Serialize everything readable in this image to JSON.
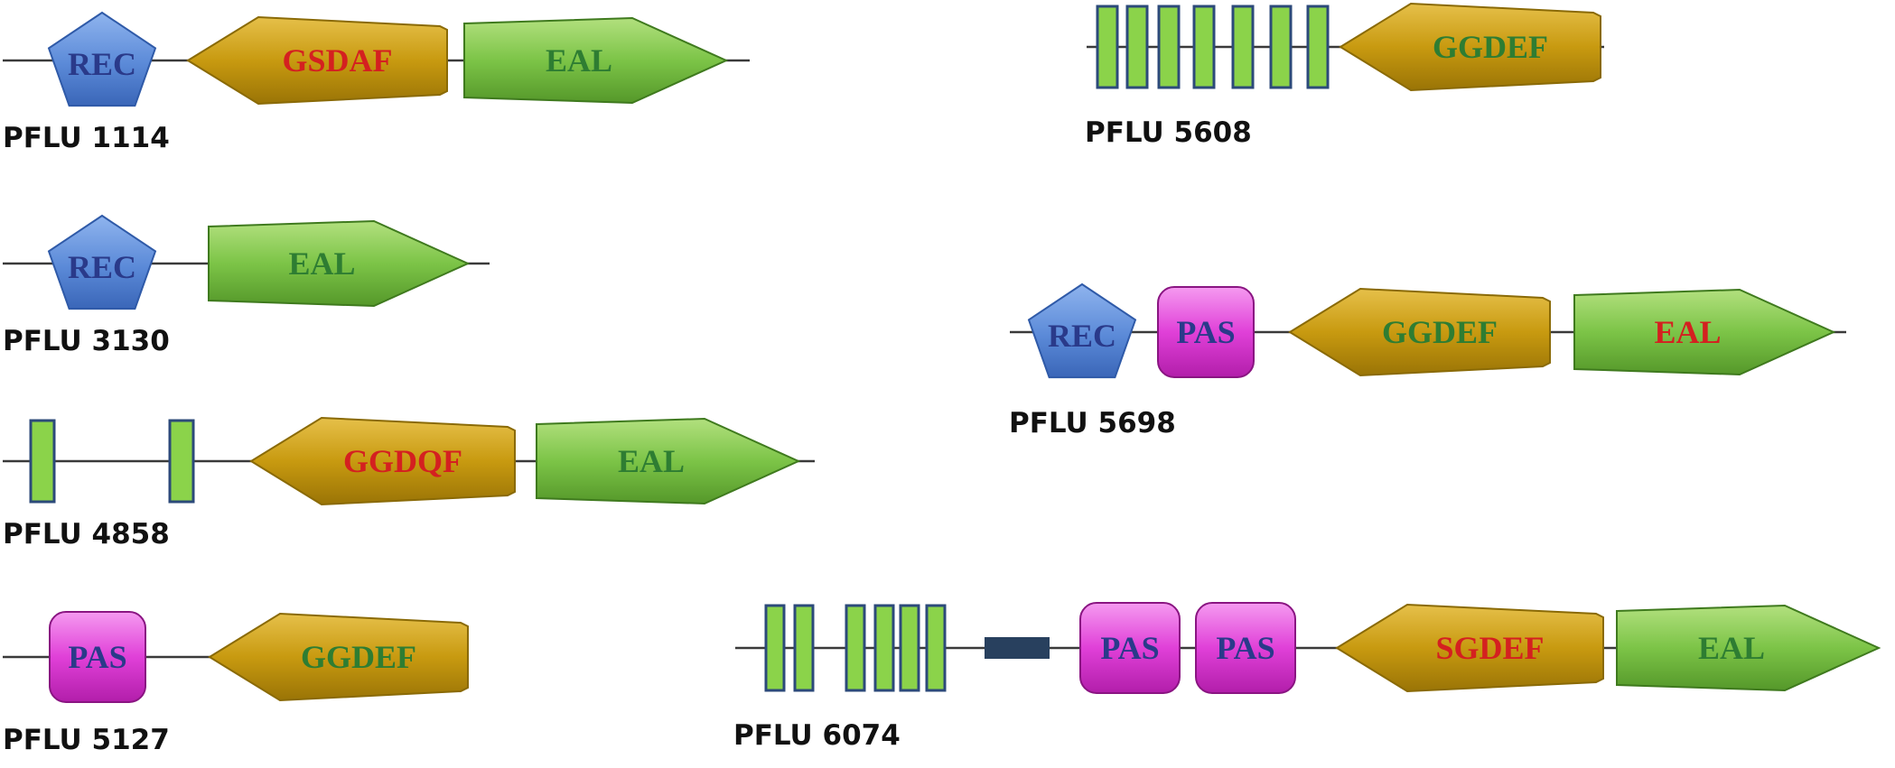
{
  "colors": {
    "rec": "#5b8ad8",
    "pas": "#e040d8",
    "ggdef": "#c89a10",
    "eal": "#7cc447",
    "tm": "#8bd34a",
    "low_complexity": "#28405e",
    "label_red": "#d42020",
    "label_green": "#2e7d32",
    "label_blue": "#2a3a8a"
  },
  "proteins": [
    {
      "name": "PFLU 1114",
      "domains": [
        {
          "type": "rec",
          "label": "REC",
          "label_color": "label_blue"
        },
        {
          "type": "ggdef",
          "label": "GSDAF",
          "label_color": "label_red"
        },
        {
          "type": "eal",
          "label": "EAL",
          "label_color": "label_green"
        }
      ]
    },
    {
      "name": "PFLU 3130",
      "domains": [
        {
          "type": "rec",
          "label": "REC",
          "label_color": "label_blue"
        },
        {
          "type": "eal",
          "label": "EAL",
          "label_color": "label_green"
        }
      ]
    },
    {
      "name": "PFLU 4858",
      "domains": [
        {
          "type": "tm",
          "count": 2
        },
        {
          "type": "ggdef",
          "label": "GGDQF",
          "label_color": "label_red"
        },
        {
          "type": "eal",
          "label": "EAL",
          "label_color": "label_green"
        }
      ]
    },
    {
      "name": "PFLU 5127",
      "domains": [
        {
          "type": "pas",
          "label": "PAS",
          "label_color": "label_blue"
        },
        {
          "type": "ggdef",
          "label": "GGDEF",
          "label_color": "label_green"
        }
      ]
    },
    {
      "name": "PFLU 5608",
      "domains": [
        {
          "type": "tm",
          "count": 7
        },
        {
          "type": "ggdef",
          "label": "GGDEF",
          "label_color": "label_green"
        }
      ]
    },
    {
      "name": "PFLU 5698",
      "domains": [
        {
          "type": "rec",
          "label": "REC",
          "label_color": "label_blue"
        },
        {
          "type": "pas",
          "label": "PAS",
          "label_color": "label_blue"
        },
        {
          "type": "ggdef",
          "label": "GGDEF",
          "label_color": "label_green"
        },
        {
          "type": "eal",
          "label": "EAL",
          "label_color": "label_red"
        }
      ]
    },
    {
      "name": "PFLU 6074",
      "domains": [
        {
          "type": "tm",
          "count": 6
        },
        {
          "type": "low_complexity"
        },
        {
          "type": "pas",
          "label": "PAS",
          "label_color": "label_blue"
        },
        {
          "type": "pas",
          "label": "PAS",
          "label_color": "label_blue"
        },
        {
          "type": "ggdef",
          "label": "SGDEF",
          "label_color": "label_red"
        },
        {
          "type": "eal",
          "label": "EAL",
          "label_color": "label_green"
        }
      ]
    }
  ]
}
